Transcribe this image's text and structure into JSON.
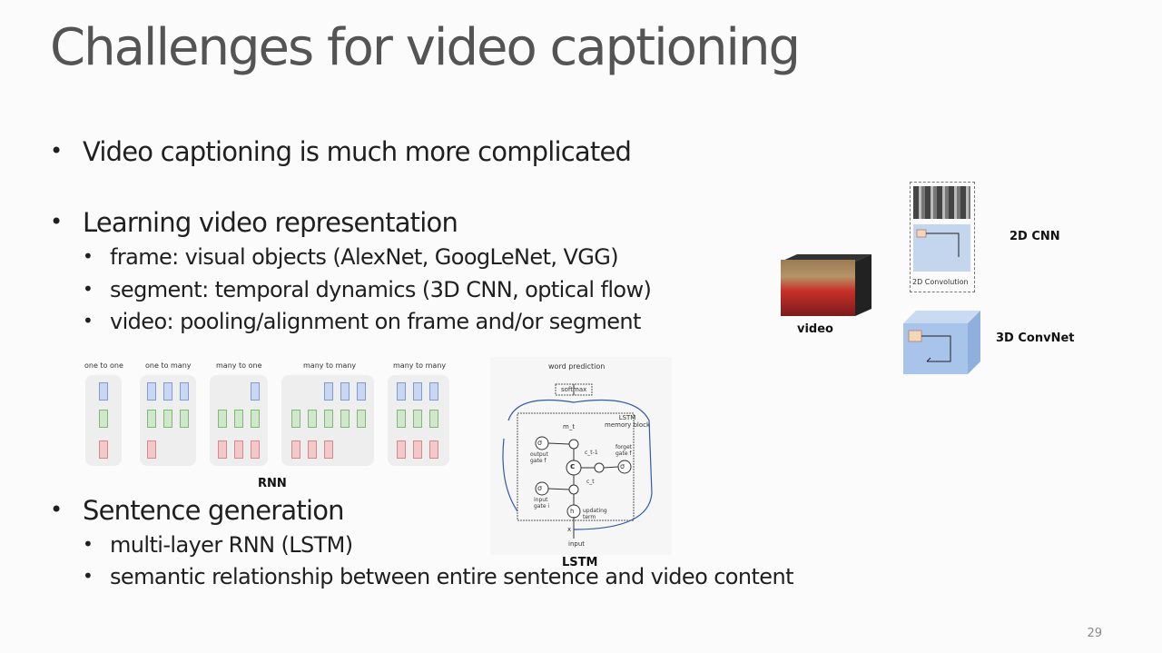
{
  "slide": {
    "title": "Challenges for video captioning",
    "page_number": "29"
  },
  "bullets": {
    "b1": "Video captioning is much more complicated",
    "b2": "Learning video representation",
    "b2_sub": [
      "frame: visual objects (AlexNet, GoogLeNet, VGG)",
      "segment: temporal dynamics (3D CNN, optical flow)",
      "video: pooling/alignment on frame and/or segment"
    ],
    "b3": "Sentence generation",
    "b3_sub": [
      "multi-layer RNN (LSTM)",
      "semantic relationship between entire sentence and video content"
    ]
  },
  "rnn_figure": {
    "caption": "RNN",
    "groups": [
      "one to one",
      "one to many",
      "many to one",
      "many to many",
      "many to many"
    ]
  },
  "lstm_figure": {
    "caption": "LSTM",
    "word_prediction": "word prediction",
    "softmax": "softmax",
    "memory_block": "LSTM\nmemory block",
    "m_t": "m_t",
    "c_label": "c",
    "output_gate": "output gate f",
    "forget_gate": "forget gate f",
    "input_gate": "input gate i",
    "updating_term": "updating term",
    "input": "input",
    "c_t1": "c_t-1",
    "c_t": "c_t",
    "h_label": "h",
    "x_label": "x",
    "sigma": "σ"
  },
  "cnn_figure": {
    "video_label": "video",
    "cnn2d_label": "2D CNN",
    "conv2d_label": "2D Convolution",
    "conv3d_label": "3D ConvNet"
  }
}
